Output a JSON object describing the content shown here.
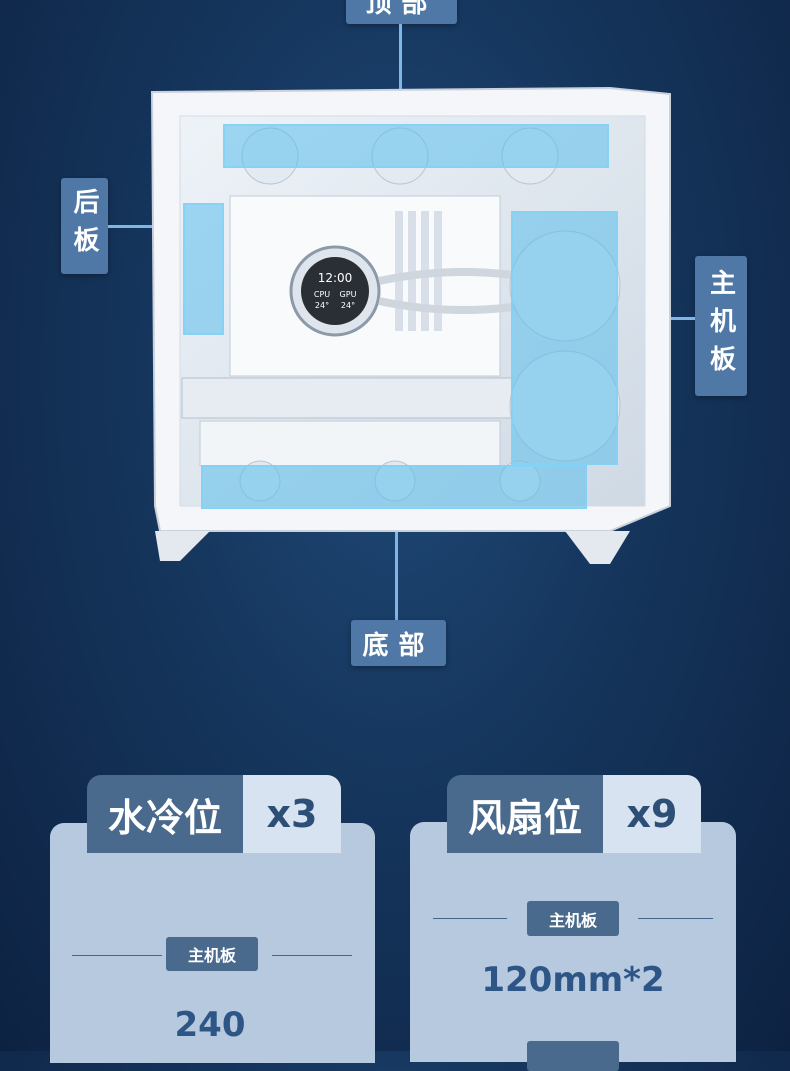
{
  "labels": {
    "top": "顶部",
    "rear": "后板",
    "motherboard": "主机板",
    "bottom": "底部"
  },
  "case_display": {
    "clock_time": "12:00",
    "cpu_label": "CPU",
    "gpu_label": "GPU",
    "cpu_temp": "24°",
    "gpu_temp": "24°"
  },
  "cards": [
    {
      "title": "水冷位",
      "count": "x3",
      "section_label": "主机板",
      "value": "240"
    },
    {
      "title": "风扇位",
      "count": "x9",
      "section_label": "主机板",
      "value": "120mm*2"
    }
  ],
  "colors": {
    "accent": "#4f78a6",
    "highlight_zone": "#5abeeb",
    "card_bg": "#b6c9df"
  }
}
